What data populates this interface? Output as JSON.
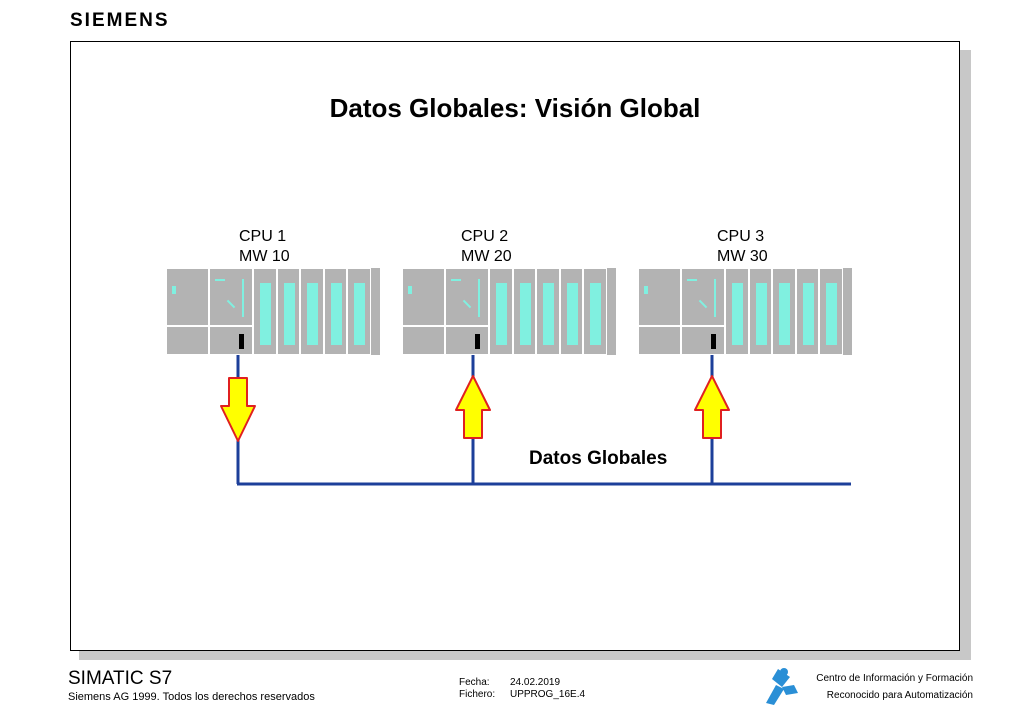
{
  "header": {
    "brand": "SIEMENS"
  },
  "slide": {
    "title": "Datos Globales: Visión Global",
    "network_label": "Datos Globales",
    "cpus": [
      {
        "name": "CPU 1",
        "memory": "MW 10",
        "arrow": "down"
      },
      {
        "name": "CPU 2",
        "memory": "MW 20",
        "arrow": "up"
      },
      {
        "name": "CPU 3",
        "memory": "MW 30",
        "arrow": "up"
      }
    ]
  },
  "footer": {
    "product": "SIMATIC S7",
    "copyright": "Siemens AG 1999. Todos los derechos reservados",
    "fecha_label": "Fecha:",
    "fecha_value": "24.02.2019",
    "fichero_label": "Fichero:",
    "fichero_value": "UPPROG_16E.4",
    "center_line1": "Centro de Información y Formación",
    "center_line2": "Reconocido para Automatización"
  },
  "colors": {
    "module_fill": "#b3b3b3",
    "card_accent": "#80f0e0",
    "bus_line": "#1c3f9a",
    "arrow_fill": "#ffff00",
    "arrow_stroke": "#e02020",
    "corner_fold": "#8fd36a",
    "logo_figure": "#2a8fd6"
  }
}
